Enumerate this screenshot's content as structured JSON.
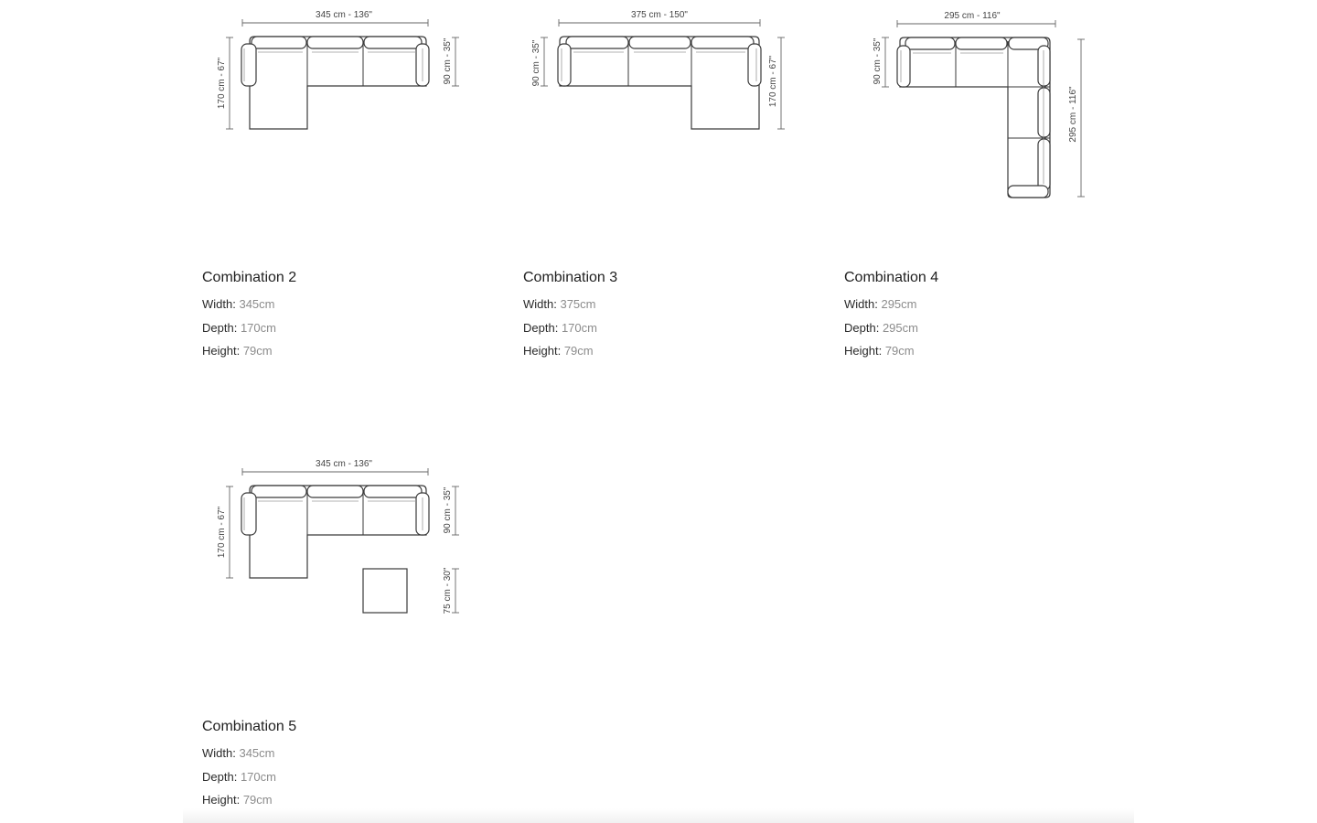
{
  "combinations": [
    {
      "title": "Combination 2",
      "specs": [
        {
          "label": "Width:",
          "value": "345cm"
        },
        {
          "label": "Depth:",
          "value": "170cm"
        },
        {
          "label": "Height:",
          "value": "79cm"
        }
      ],
      "dims": {
        "top": "345 cm - 136\"",
        "left": "170 cm - 67\"",
        "right": "90 cm - 35\""
      }
    },
    {
      "title": "Combination 3",
      "specs": [
        {
          "label": "Width:",
          "value": "375cm"
        },
        {
          "label": "Depth:",
          "value": "170cm"
        },
        {
          "label": "Height:",
          "value": "79cm"
        }
      ],
      "dims": {
        "top": "375 cm - 150\"",
        "left": "90 cm - 35\"",
        "right": "170 cm - 67\""
      }
    },
    {
      "title": "Combination 4",
      "specs": [
        {
          "label": "Width:",
          "value": "295cm"
        },
        {
          "label": "Depth:",
          "value": "295cm"
        },
        {
          "label": "Height:",
          "value": "79cm"
        }
      ],
      "dims": {
        "top": "295 cm - 116\"",
        "left": "90 cm - 35\"",
        "right": "295 cm - 116\""
      }
    },
    {
      "title": "Combination 5",
      "specs": [
        {
          "label": "Width:",
          "value": "345cm"
        },
        {
          "label": "Depth:",
          "value": "170cm"
        },
        {
          "label": "Height:",
          "value": "79cm"
        }
      ],
      "dims": {
        "top": "345 cm - 136\"",
        "left": "170 cm - 67\"",
        "right": "90 cm - 35\"",
        "right_lower": "75 cm - 30\""
      }
    }
  ]
}
